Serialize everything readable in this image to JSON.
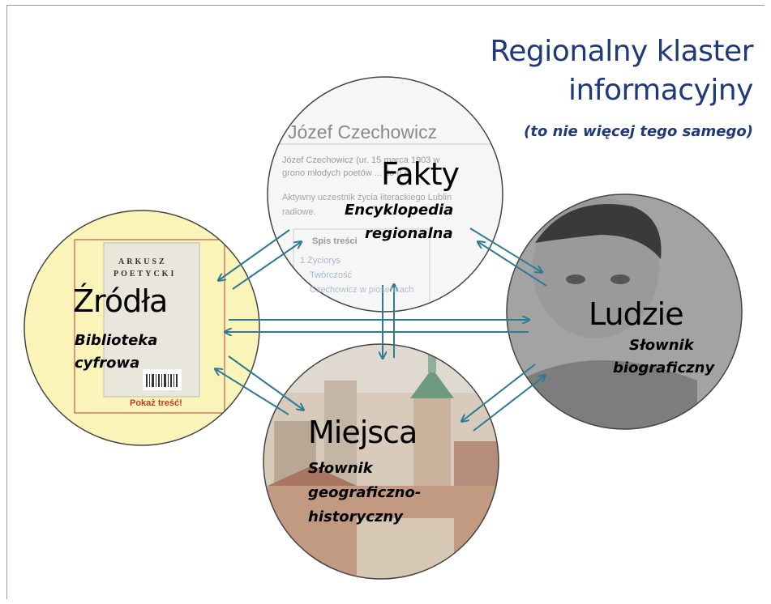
{
  "header": {
    "title_line1": "Regionalny klaster",
    "title_line2": "informacyjny",
    "subtitle": "(to nie więcej tego samego)"
  },
  "nodes": {
    "fakty": {
      "title": "Fakty",
      "sub1": "Encyklopedia",
      "sub2": "regionalna"
    },
    "zrodla": {
      "title": "Źródła",
      "sub1": "Biblioteka",
      "sub2": "cyfrowa"
    },
    "ludzie": {
      "title": "Ludzie",
      "sub1": "Słownik",
      "sub2": "biograficzny"
    },
    "miejsca": {
      "title": "Miejsca",
      "sub1": "Słownik",
      "sub2": "geograficzno-",
      "sub3": "historyczny"
    }
  },
  "wiki_preview": {
    "heading": "Józef Czechowicz",
    "line1": "Józef Czechowicz (ur. 15 marca 1903 w",
    "line2": "grono młodych poetów ... do II A",
    "line3": "Aktywny uczestnik życia literackiego Lublin",
    "line4": "radiowe.",
    "toc_title": "Spis treści",
    "toc1": "1 Życiorys",
    "toc2": "Twórczość",
    "toc3": "Czechowicz w piosenkach"
  },
  "book_cover": {
    "line1": "ARKUSZ",
    "line2": "POETYCKI",
    "show_content": "Pokaż treść!"
  },
  "colors": {
    "title": "#1f3a7a",
    "arrow": "#2e7b96",
    "zrodla_fill": "#fbf4b8",
    "circle_stroke": "#444444"
  }
}
